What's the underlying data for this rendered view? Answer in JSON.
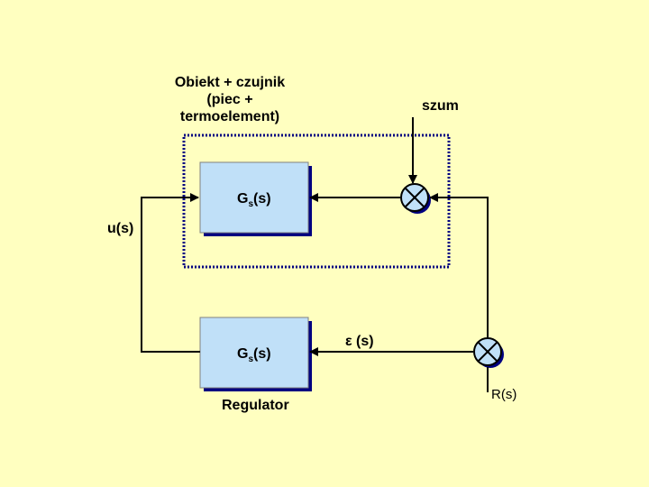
{
  "labels": {
    "object_line1": "Obiekt + czujnik",
    "object_line2": "(piec +",
    "object_line3": "termoelement)",
    "noise": "szum",
    "control": "u(s)",
    "error_symbol": "ε",
    "error_arg": "(s)",
    "reference": "R(s)",
    "regulator": "Regulator"
  },
  "blocks": {
    "plant": {
      "name": "G",
      "sub": "s",
      "arg": "(s)"
    },
    "controller": {
      "name": "G",
      "sub": "s",
      "arg": "(s)"
    }
  },
  "colors": {
    "background": "#ffffc0",
    "block_fill": "#c0e0f8",
    "block_border": "#000080",
    "line": "#000000",
    "dashed_box": "#000080"
  }
}
